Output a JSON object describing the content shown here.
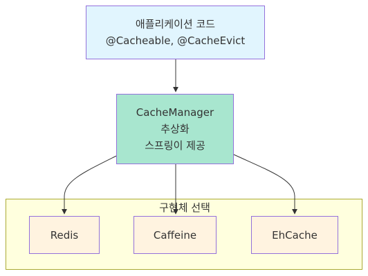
{
  "diagram": {
    "app_node": {
      "line1": "애플리케이션 코드",
      "line2": "@Cacheable, @CacheEvict"
    },
    "manager_node": {
      "line1": "CacheManager",
      "line2": "추상화",
      "line3": "스프링이 제공"
    },
    "cluster": {
      "title": "구현체 선택",
      "items": [
        "Redis",
        "Caffeine",
        "EhCache"
      ]
    },
    "edges": [
      {
        "from": "app_node",
        "to": "manager_node"
      },
      {
        "from": "manager_node",
        "to": "Redis"
      },
      {
        "from": "manager_node",
        "to": "Caffeine"
      },
      {
        "from": "manager_node",
        "to": "EhCache"
      }
    ],
    "colors": {
      "app_fill": "#e1f5fe",
      "manager_fill": "#a8e6cf",
      "impl_fill": "#fff3e0",
      "cluster_fill": "#ffffde",
      "node_border": "#9370db",
      "cluster_border": "#aaaa33",
      "edge": "#333333"
    }
  }
}
